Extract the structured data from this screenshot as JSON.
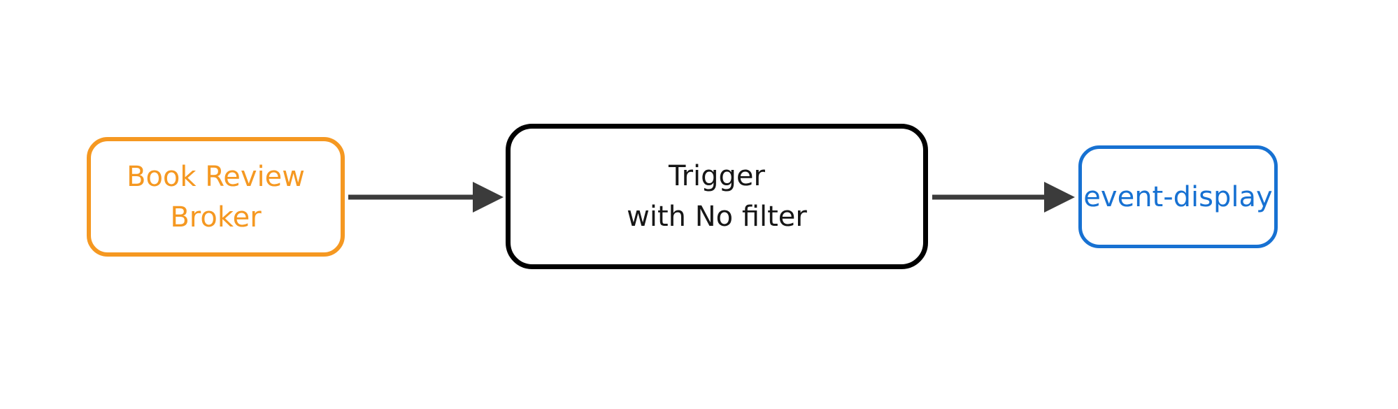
{
  "diagram": {
    "background_color": "#ffffff",
    "nodes": {
      "broker": {
        "lines": [
          "Book Review",
          "Broker"
        ],
        "border_color": "#f59821",
        "text_color": "#f59821"
      },
      "trigger": {
        "lines": [
          "Trigger",
          "with No filter"
        ],
        "border_color": "#000000",
        "text_color": "#161616"
      },
      "sink": {
        "lines": [
          "event-display"
        ],
        "border_color": "#1771d2",
        "text_color": "#1771d2"
      }
    },
    "edges": [
      {
        "from": "broker",
        "to": "trigger",
        "color": "#3b3b3b"
      },
      {
        "from": "trigger",
        "to": "sink",
        "color": "#3b3b3b"
      }
    ]
  }
}
